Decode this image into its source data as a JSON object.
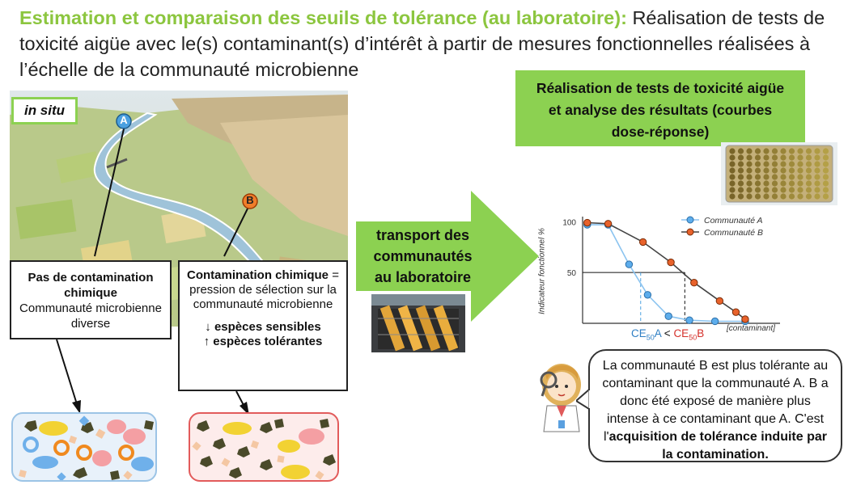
{
  "header": {
    "title_green": "Estimation et comparaison des seuils de tolérance (au laboratoire):",
    "title_rest": "Réalisation de tests de toxicité aigüe avec le(s) contaminant(s) d’intérêt à partir de mesures fonctionnelles réalisées à l’échelle de la communauté microbienne"
  },
  "landscape": {
    "insitu_label": "in situ",
    "site_a": "A",
    "site_b": "B"
  },
  "box_a": {
    "title": "Pas de contamination chimique",
    "text": "Communauté microbienne diverse"
  },
  "box_b": {
    "title": "Contamination chimique",
    "text": "= pression de sélection sur la communauté microbienne",
    "line1": "↓ espèces sensibles",
    "line2": "↑ espèces tolérantes"
  },
  "transport": {
    "label": "transport des communautés au laboratoire"
  },
  "tox_box": {
    "label": "Réalisation de tests de toxicité aigüe et analyse des résultats (courbes dose-réponse)"
  },
  "chart_data": {
    "type": "line",
    "ylabel": "Indicateur fonctionnel %",
    "xlabel": "[contaminant]",
    "y_ticks": [
      "100",
      "50"
    ],
    "ylim": [
      0,
      105
    ],
    "xlim": [
      0,
      8.5
    ],
    "series": [
      {
        "name": "Communauté A",
        "color": "#5dadec",
        "x": [
          0.2,
          1.1,
          2.0,
          2.8,
          3.7,
          4.6,
          5.7,
          7.0
        ],
        "y": [
          97,
          97,
          58,
          28,
          7,
          3,
          2,
          2
        ]
      },
      {
        "name": "Communauté B",
        "color": "#e8622b",
        "x": [
          0.2,
          1.1,
          2.6,
          3.8,
          4.8,
          5.9,
          6.6,
          7.0
        ],
        "y": [
          99,
          98,
          80,
          60,
          40,
          22,
          11,
          4
        ]
      }
    ],
    "ce50": {
      "a_x": 2.5,
      "b_x": 4.4,
      "level": 50
    },
    "ce50_label": {
      "a": "CE",
      "sub": "50",
      "a_suffix": "A",
      "lt": " < ",
      "b": "CE",
      "b_suffix": "B"
    }
  },
  "scientist_bubble": {
    "text": "La communauté B est plus tolérante au contaminant que la communauté A. B a donc été exposé de manière plus intense à ce contaminant que A. C'est l'",
    "bold": "acquisition de tolérance induite par la contamination."
  },
  "colors": {
    "green": "#8cd151",
    "title_green": "#8cc63f",
    "series_a": "#5dadec",
    "series_b": "#e8622b"
  }
}
